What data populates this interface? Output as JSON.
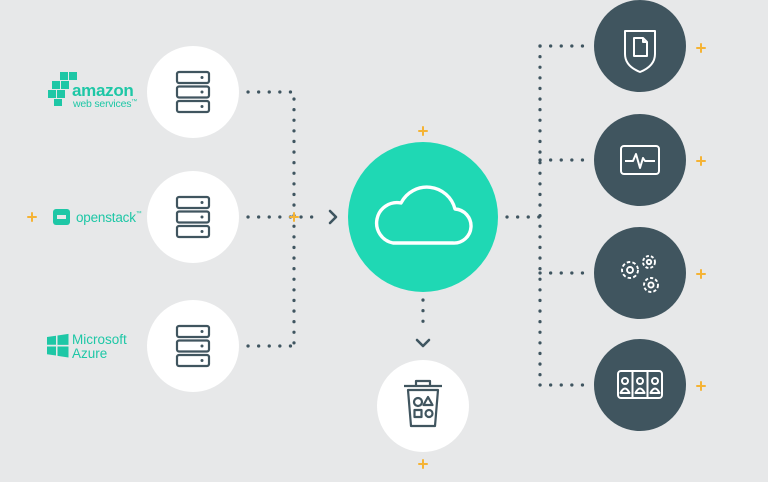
{
  "providers": {
    "aws": {
      "name": "amazon",
      "subtitle": "web services",
      "trademark": "™"
    },
    "openstack": {
      "name": "openstack",
      "trademark": "™"
    },
    "azure": {
      "name_line1": "Microsoft",
      "name_line2": "Azure"
    }
  },
  "colors": {
    "background": "#e7e8e9",
    "white_circle": "#ffffff",
    "cloud_circle": "#1fd8b4",
    "dark_circle": "#40555f",
    "accent": "#1ec7a6",
    "plus": "#f5b335",
    "connector": "#3f5560"
  },
  "icons": {
    "sources": [
      "server-stack-icon",
      "server-stack-icon",
      "server-stack-icon"
    ],
    "hub": "cloud-icon",
    "sink": "trash-shapes-icon",
    "outputs": [
      "shield-document-icon",
      "heartbeat-monitor-icon",
      "gears-icon",
      "users-panel-icon"
    ]
  }
}
